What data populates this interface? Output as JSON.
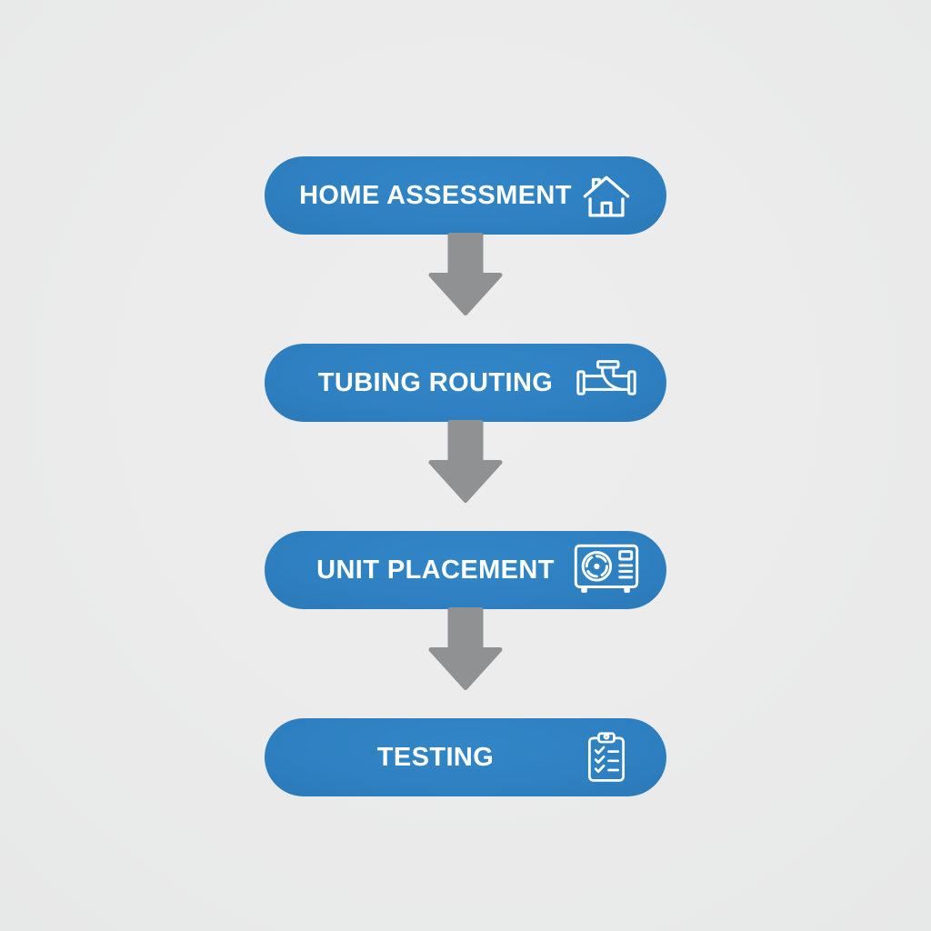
{
  "colors": {
    "background": "#ebebeb",
    "pill_blue": "#2e80c1",
    "arrow_gray": "#8f9193",
    "text_white": "#ffffff"
  },
  "diagram_type": "vertical-process-flow",
  "steps": [
    {
      "label": "HOME ASSESSMENT",
      "icon": "house-icon"
    },
    {
      "label": "TUBING ROUTING",
      "icon": "pipe-fitting-icon"
    },
    {
      "label": "UNIT PLACEMENT",
      "icon": "ac-unit-icon"
    },
    {
      "label": "TESTING",
      "icon": "clipboard-checklist-icon"
    }
  ],
  "connector": {
    "shape": "down-arrow",
    "count": 3
  }
}
